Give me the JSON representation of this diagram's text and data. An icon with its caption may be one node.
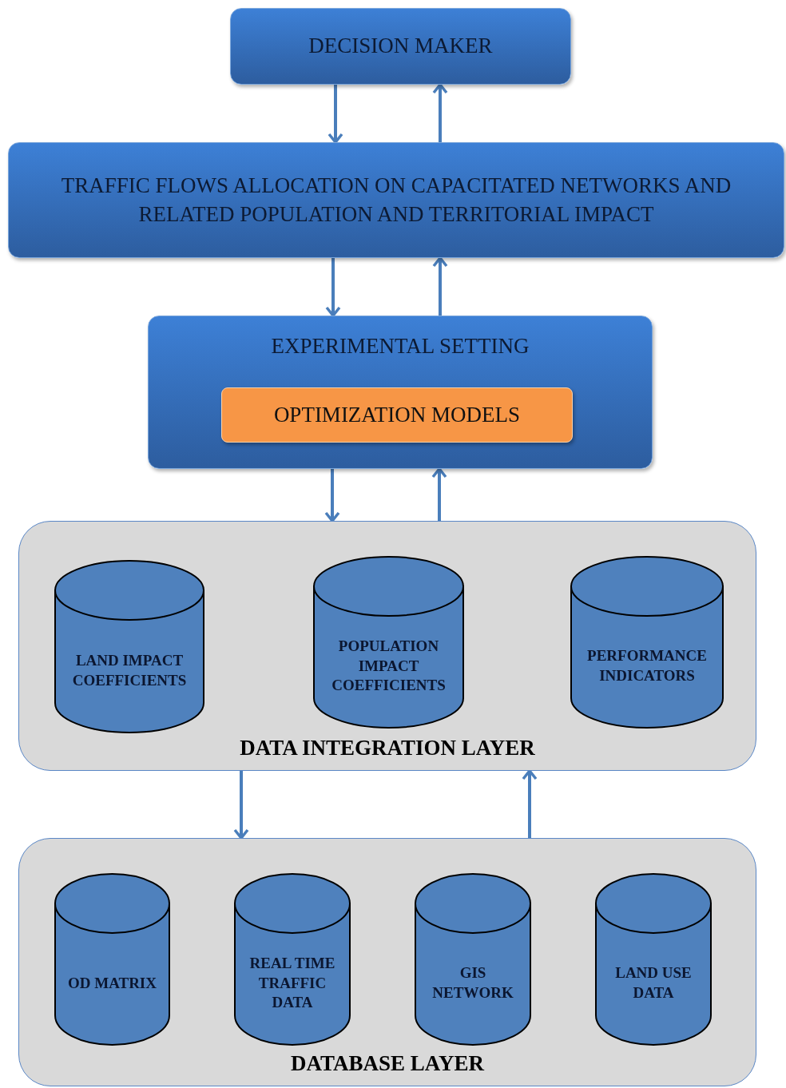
{
  "diagram": {
    "nodes": [
      {
        "text": [
          "DECISION MAKER"
        ]
      },
      {
        "text": [
          "TRAFFIC FLOWS ALLOCATION ON CAPACITATED NETWORKS AND RELATED POPULATION AND TERRITORIAL IMPACT"
        ]
      },
      {
        "text": [
          "EXPERIMENTAL SETTING"
        ]
      },
      {
        "text": [
          "OPTIMIZATION MODELS"
        ],
        "in": 2
      },
      {
        "text": [
          "DATA INTEGRATION LAYER"
        ]
      },
      {
        "text": [
          "LAND IMPACT COEFFICIENTS"
        ],
        "in": 4
      },
      {
        "text": [
          "POPULATION IMPACT COEFFICIENTS"
        ],
        "in": 4
      },
      {
        "text": [
          "PERFORMANCE INDICATORS"
        ],
        "in": 4
      },
      {
        "text": [
          "DATABASE LAYER"
        ]
      },
      {
        "text": [
          "OD MATRIX"
        ],
        "in": 8
      },
      {
        "text": [
          "REAL TIME TRAFFIC DATA"
        ],
        "in": 8
      },
      {
        "text": [
          "GIS NETWORK"
        ],
        "in": 8
      },
      {
        "text": [
          "LAND USE DATA"
        ],
        "in": 8
      }
    ],
    "edges": [
      {
        "from": 0,
        "to": 1,
        "arrow": "to"
      },
      {
        "from": 1,
        "to": 0,
        "arrow": "to"
      },
      {
        "from": 1,
        "to": 2,
        "arrow": "to"
      },
      {
        "from": 2,
        "to": 1,
        "arrow": "to"
      },
      {
        "from": 2,
        "to": 4,
        "arrow": "to"
      },
      {
        "from": 4,
        "to": 2,
        "arrow": "to"
      },
      {
        "from": 4,
        "to": 8,
        "arrow": "to"
      },
      {
        "from": 8,
        "to": 4,
        "arrow": "to"
      }
    ]
  }
}
